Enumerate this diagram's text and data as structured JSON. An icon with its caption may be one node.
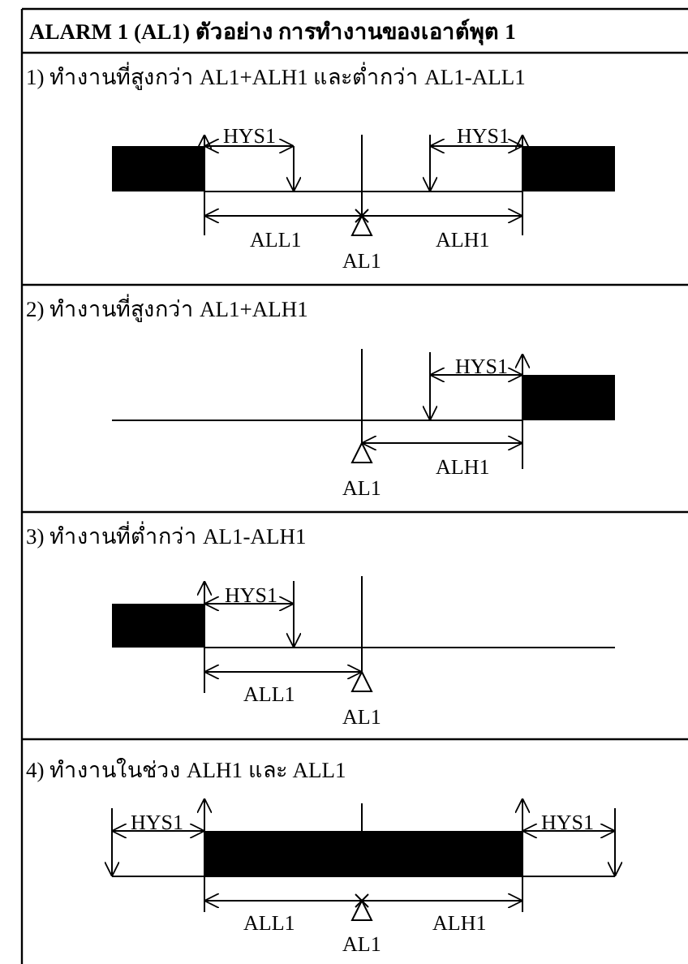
{
  "diagram": {
    "title": "ALARM 1 (AL1) ตัวอย่าง การทำงานของเอาต์พุต 1",
    "labels": [
      "1) ทำงานที่สูงกว่า AL1+ALH1 และต่ำกว่า AL1-ALL1",
      "HYS1",
      "HYS1",
      "ALL1",
      "ALH1",
      "AL1",
      "2) ทำงานที่สูงกว่า AL1+ALH1",
      "HYS1",
      "ALH1",
      "AL1",
      "3) ทำงานที่ต่ำกว่า AL1-ALH1",
      "HYS1",
      "ALL1",
      "AL1",
      "4) ทำงานในช่วง ALH1 และ ALL1",
      "HYS1",
      "HYS1",
      "ALL1",
      "ALH1",
      "AL1"
    ]
  }
}
